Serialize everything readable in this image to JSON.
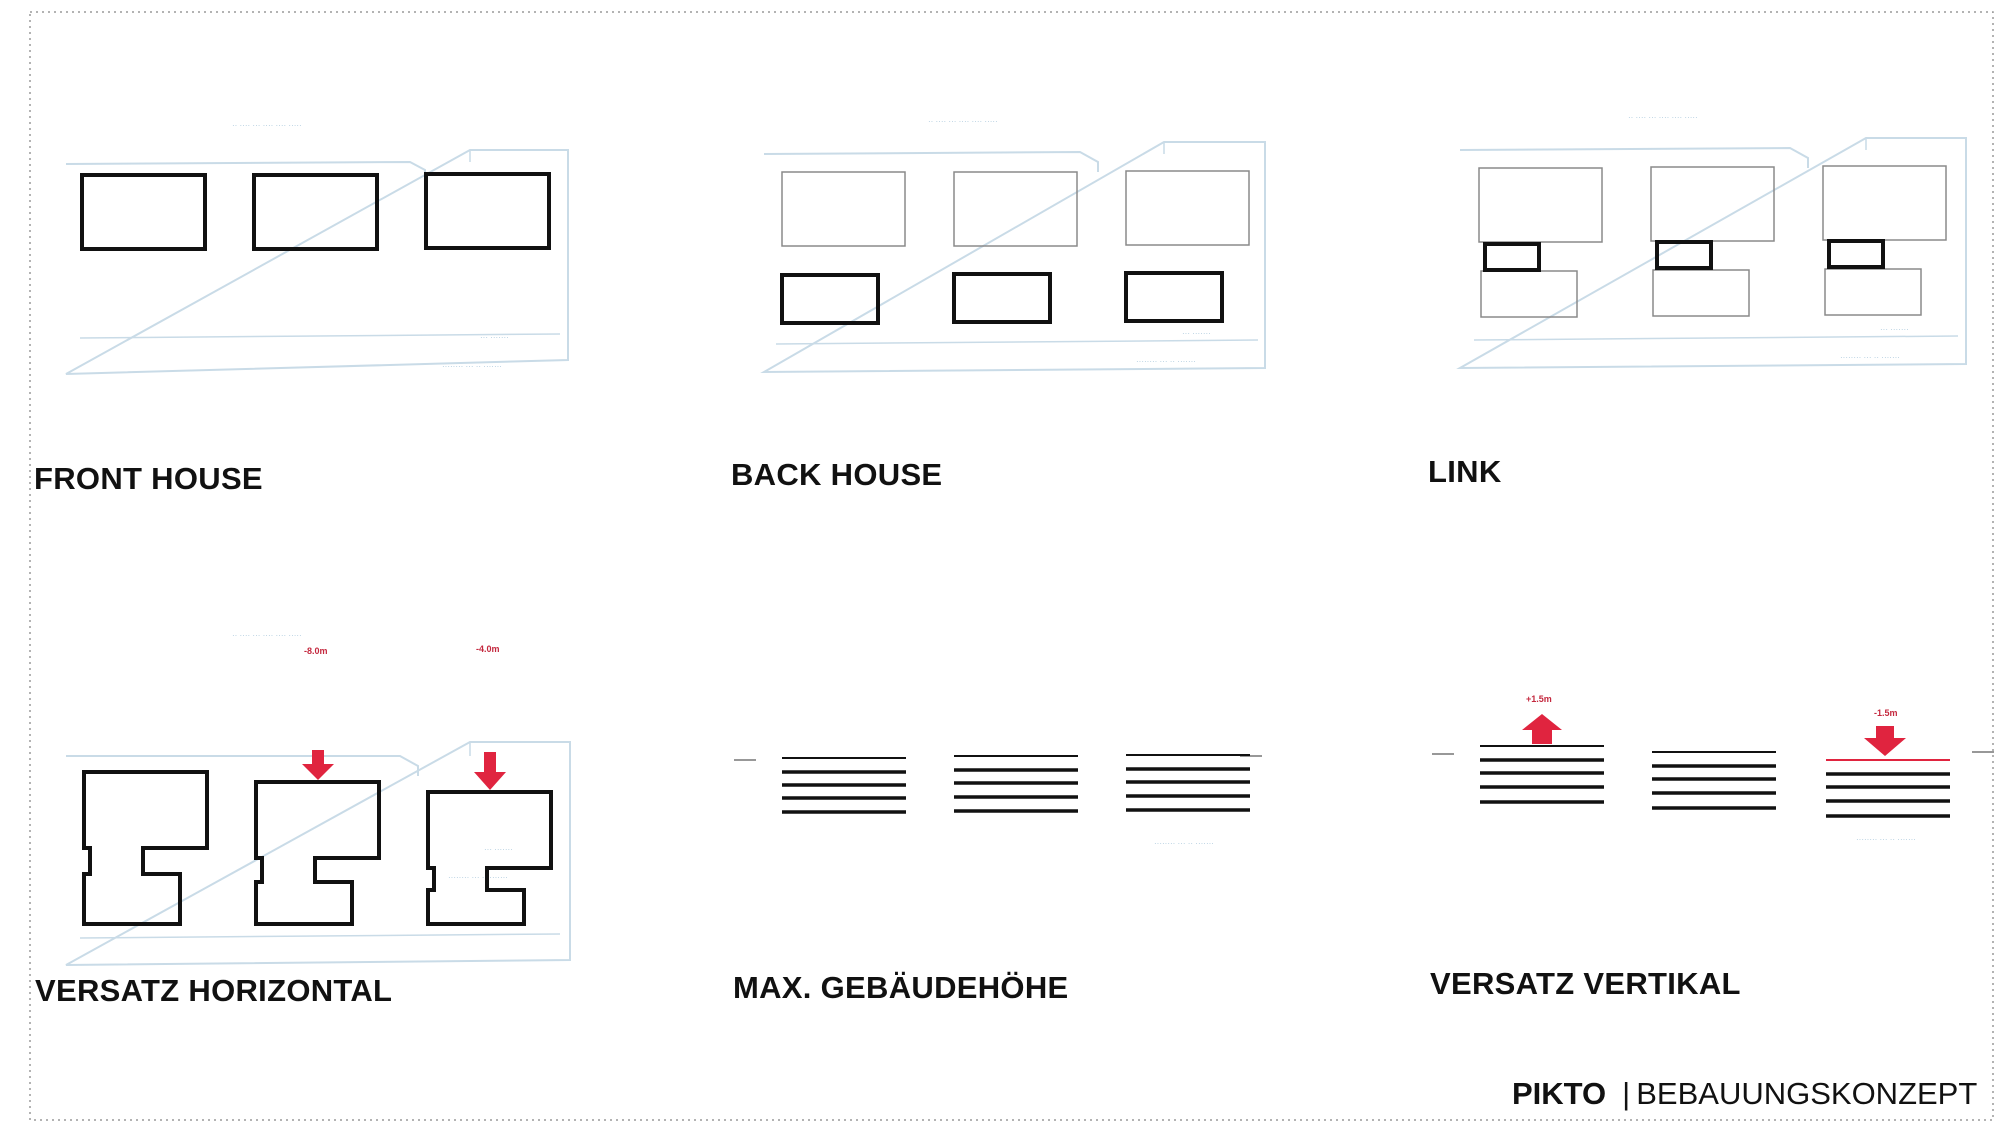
{
  "panels": [
    {
      "id": "front_house",
      "label": "FRONT HOUSE"
    },
    {
      "id": "back_house",
      "label": "BACK HOUSE"
    },
    {
      "id": "link",
      "label": "LINK"
    },
    {
      "id": "versatz_horizontal",
      "label": "VERSATZ HORIZONTAL",
      "offsets": [
        "-8.0m",
        "-4.0m"
      ]
    },
    {
      "id": "max_gebaeudehoehe",
      "label": "MAX. GEBÄUDEHÖHE"
    },
    {
      "id": "versatz_vertikal",
      "label": "VERSATZ VERTIKAL",
      "offsets": [
        "+1.5m",
        "-1.5m"
      ]
    }
  ],
  "footer": {
    "bold": "PIKTO",
    "separator": "|",
    "title": "BEBAUUNGSKONZEPT"
  },
  "colors": {
    "outline": "#111111",
    "context_lines": "#c9dbe7",
    "arrow": "#e0243f",
    "border": "#9a9a9a"
  },
  "icons": [
    "arrow-down-icon",
    "arrow-up-icon"
  ]
}
